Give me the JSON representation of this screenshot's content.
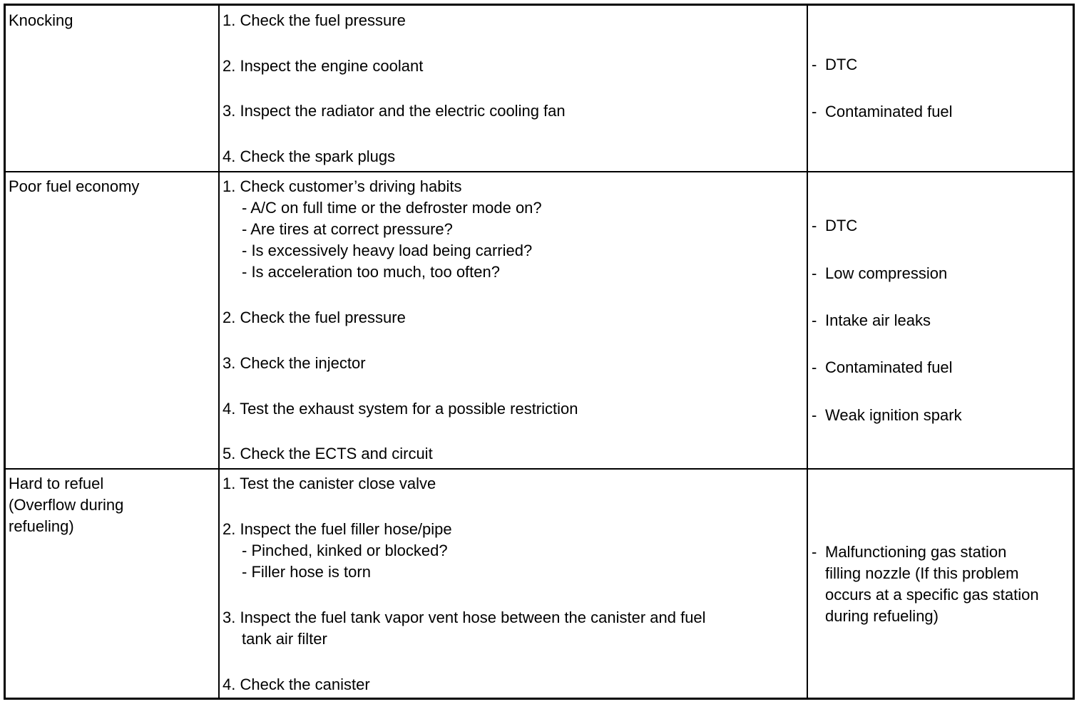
{
  "rows": [
    {
      "symptom": "Knocking",
      "steps": {
        "s1": "1. Check the fuel pressure",
        "s2": "2. Inspect the engine coolant",
        "s3": "3. Inspect the radiator and the electric cooling fan",
        "s4": "4. Check the spark plugs"
      },
      "causes": {
        "c1": "DTC",
        "c2": "Contaminated fuel"
      }
    },
    {
      "symptom": "Poor fuel economy",
      "steps": {
        "s1": "1. Check customer’s driving habits",
        "s1a": "- A/C on full time or the defroster mode on?",
        "s1b": "- Are tires at correct pressure?",
        "s1c": "- Is excessively heavy load being carried?",
        "s1d": "- Is acceleration too much, too often?",
        "s2": "2. Check the fuel pressure",
        "s3": "3. Check the injector",
        "s4": "4. Test the exhaust system for a possible restriction",
        "s5": "5. Check the ECTS and circuit"
      },
      "causes": {
        "c1": "DTC",
        "c2": "Low compression",
        "c3": "Intake air leaks",
        "c4": "Contaminated fuel",
        "c5": "Weak ignition spark"
      }
    },
    {
      "symptom_l1": "Hard to refuel",
      "symptom_l2": "(Overflow during",
      "symptom_l3": "refueling)",
      "steps": {
        "s1": "1. Test the canister close valve",
        "s2": "2. Inspect the fuel filler hose/pipe",
        "s2a": "- Pinched, kinked or blocked?",
        "s2b": "- Filler hose is torn",
        "s3_l1": "3. Inspect the fuel tank vapor vent hose between the canister and fuel",
        "s3_l2": "tank air filter",
        "s4": "4. Check the canister"
      },
      "causes": {
        "c1_l1": "Malfunctioning gas station",
        "c1_l2": "filling nozzle (If this problem",
        "c1_l3": "occurs at a specific gas station",
        "c1_l4": "during refueling)"
      }
    }
  ]
}
